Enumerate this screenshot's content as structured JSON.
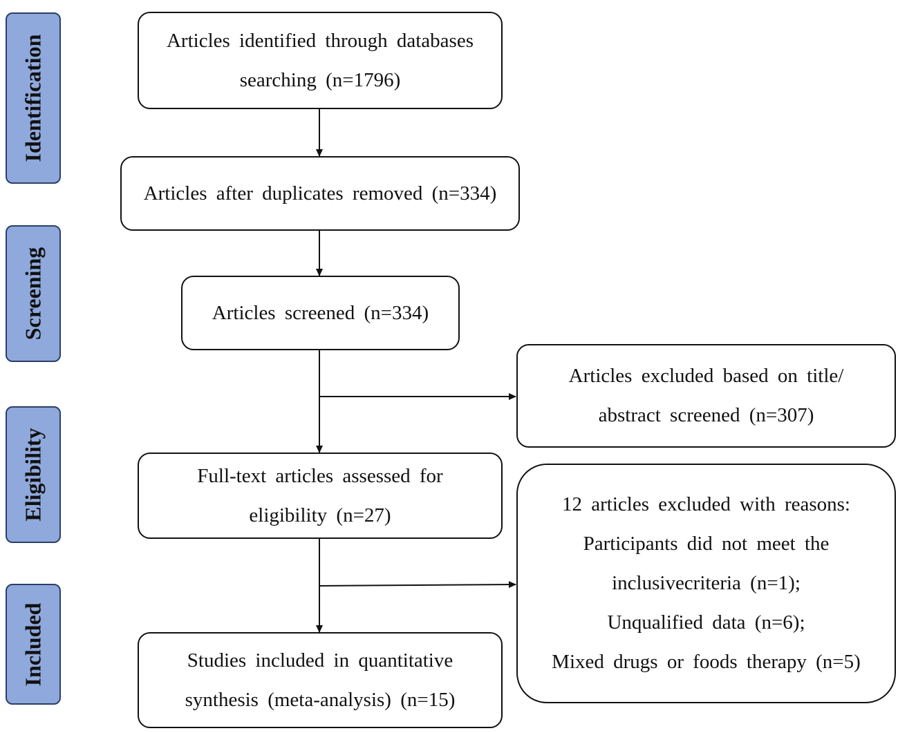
{
  "stages": [
    {
      "id": "identification",
      "label": "Identification"
    },
    {
      "id": "screening",
      "label": "Screening"
    },
    {
      "id": "eligibility",
      "label": "Eligibility"
    },
    {
      "id": "included",
      "label": "Included"
    }
  ],
  "boxes": {
    "identified": {
      "lines": [
        "Articles identified through databases",
        "searching (n=1796)"
      ]
    },
    "duplicates_removed": {
      "lines": [
        "Articles after duplicates removed (n=334)"
      ]
    },
    "screened": {
      "lines": [
        "Articles screened (n=334)"
      ]
    },
    "excluded_title_abstract": {
      "lines": [
        "Articles excluded based on title/",
        "abstract screened (n=307)"
      ]
    },
    "full_text": {
      "lines": [
        "Full-text articles assessed for",
        "eligibility (n=27)"
      ]
    },
    "excluded_reasons": {
      "lines": [
        "12 articles excluded with reasons:",
        "Participants did not meet the",
        "inclusivecriteria (n=1);",
        "Unqualified data (n=6);",
        "Mixed drugs or foods therapy (n=5)"
      ]
    },
    "included": {
      "lines": [
        "Studies included in quantitative",
        "synthesis (meta-analysis) (n=15)"
      ]
    }
  }
}
